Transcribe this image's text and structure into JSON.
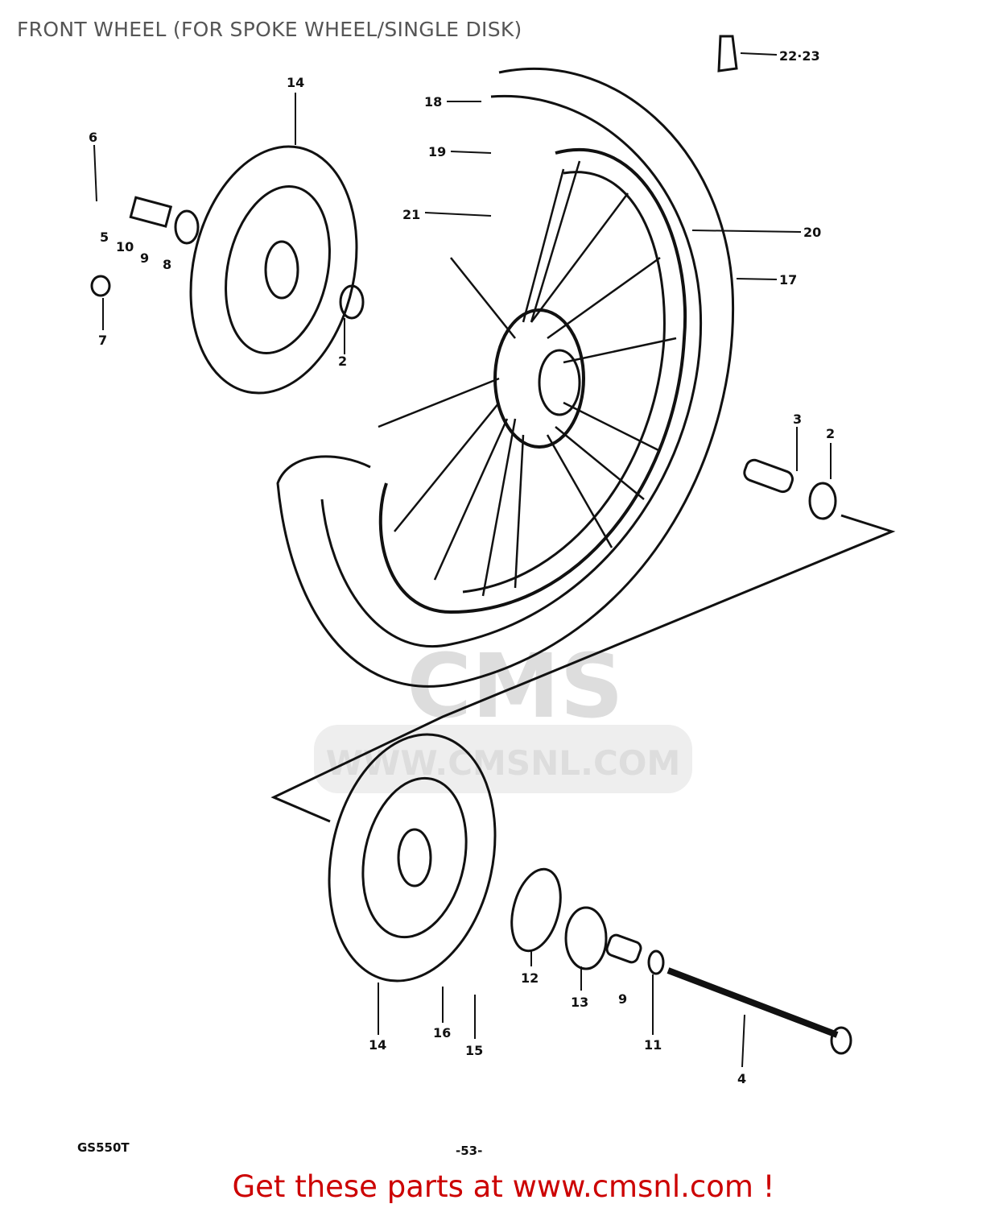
{
  "title": "FRONT WHEEL (FOR SPOKE WHEEL/SINGLE DISK)",
  "model_code": "GS550T",
  "page_number": "-53-",
  "footer_link": "Get these parts at www.cmsnl.com !",
  "watermark": "WWW.CMSNL.COM",
  "watermark_logo": "CMS",
  "colors": {
    "footer": "#cc0000",
    "title": "#555555",
    "line": "#111111",
    "watermark": "#dddddd"
  },
  "part_labels": {
    "p22_23": "22·23",
    "p18": "18",
    "p19": "19",
    "p21": "21",
    "p20": "20",
    "p17": "17",
    "p14_top": "14",
    "p6": "6",
    "p5": "5",
    "p10": "10",
    "p9_top": "9",
    "p8": "8",
    "p7": "7",
    "p2_left": "2",
    "p3": "3",
    "p2_right": "2",
    "p14_bottom": "14",
    "p16": "16",
    "p15": "15",
    "p12": "12",
    "p13": "13",
    "p9_bottom": "9",
    "p11": "11",
    "p4": "4"
  }
}
